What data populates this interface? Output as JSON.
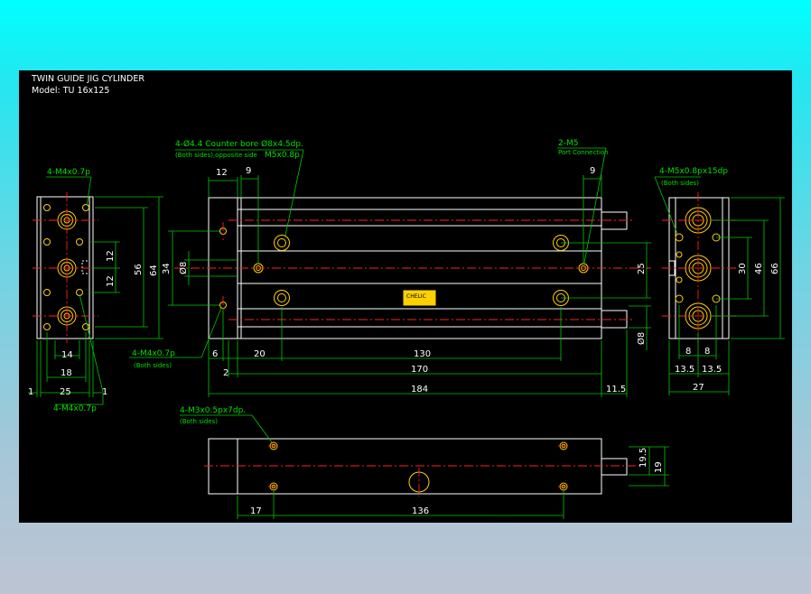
{
  "title": "TWIN GUIDE JIG CYLINDER",
  "model": "Model: TU 16x125",
  "colors": {
    "background_top": "#00ffff",
    "background_bottom": "#bdc4d3",
    "panel": "#000000",
    "outline": "#ffffff",
    "dimension": "#00c800",
    "centerline": "#ff2020",
    "hole": "#ffd000"
  },
  "notes": {
    "front_mount": "4-M4x0.7p",
    "front_mount_bottom": "4-M4x0.7p",
    "counter_bore": "4-Ø4.4 Counter bore Ø8x4.5dp.",
    "counter_bore_sub_small": "(Both sides),opposite side",
    "counter_bore_sub_large": "M5x0.8p",
    "port": "2-M5",
    "port_sub": "Port Connection",
    "side_mount": "4-M4x0.7p",
    "side_mount_sub": "(Both sides)",
    "rear_mount": "4-M5x0.8px15dp",
    "rear_mount_sub": "(Both sides)",
    "bottom_mount": "4-M3x0.5px7dp.",
    "bottom_mount_sub": "(Both sides)",
    "badge": "CHELIC"
  },
  "dimensions": {
    "left": {
      "d14": "14",
      "d18": "18",
      "d25": "25",
      "d1a": "1",
      "d1b": "1",
      "d12a": "12",
      "d12b": "12",
      "d56": "56",
      "d64": "64"
    },
    "main": {
      "d12": "12",
      "d9a": "9",
      "d9b": "9",
      "d34": "34",
      "d8": "Ø8",
      "d25": "25",
      "d8b": "Ø8",
      "d6": "6",
      "d20": "20",
      "d130": "130",
      "d2": "2",
      "d170": "170",
      "d184": "184",
      "d11_5": "11.5"
    },
    "right": {
      "d30": "30",
      "d46": "46",
      "d66": "66",
      "d8a": "8",
      "d8b": "8",
      "d13_5a": "13.5",
      "d13_5b": "13.5",
      "d27": "27"
    },
    "bottom": {
      "d17": "17",
      "d136": "136",
      "d19_5": "19.5",
      "d19": "19"
    }
  }
}
